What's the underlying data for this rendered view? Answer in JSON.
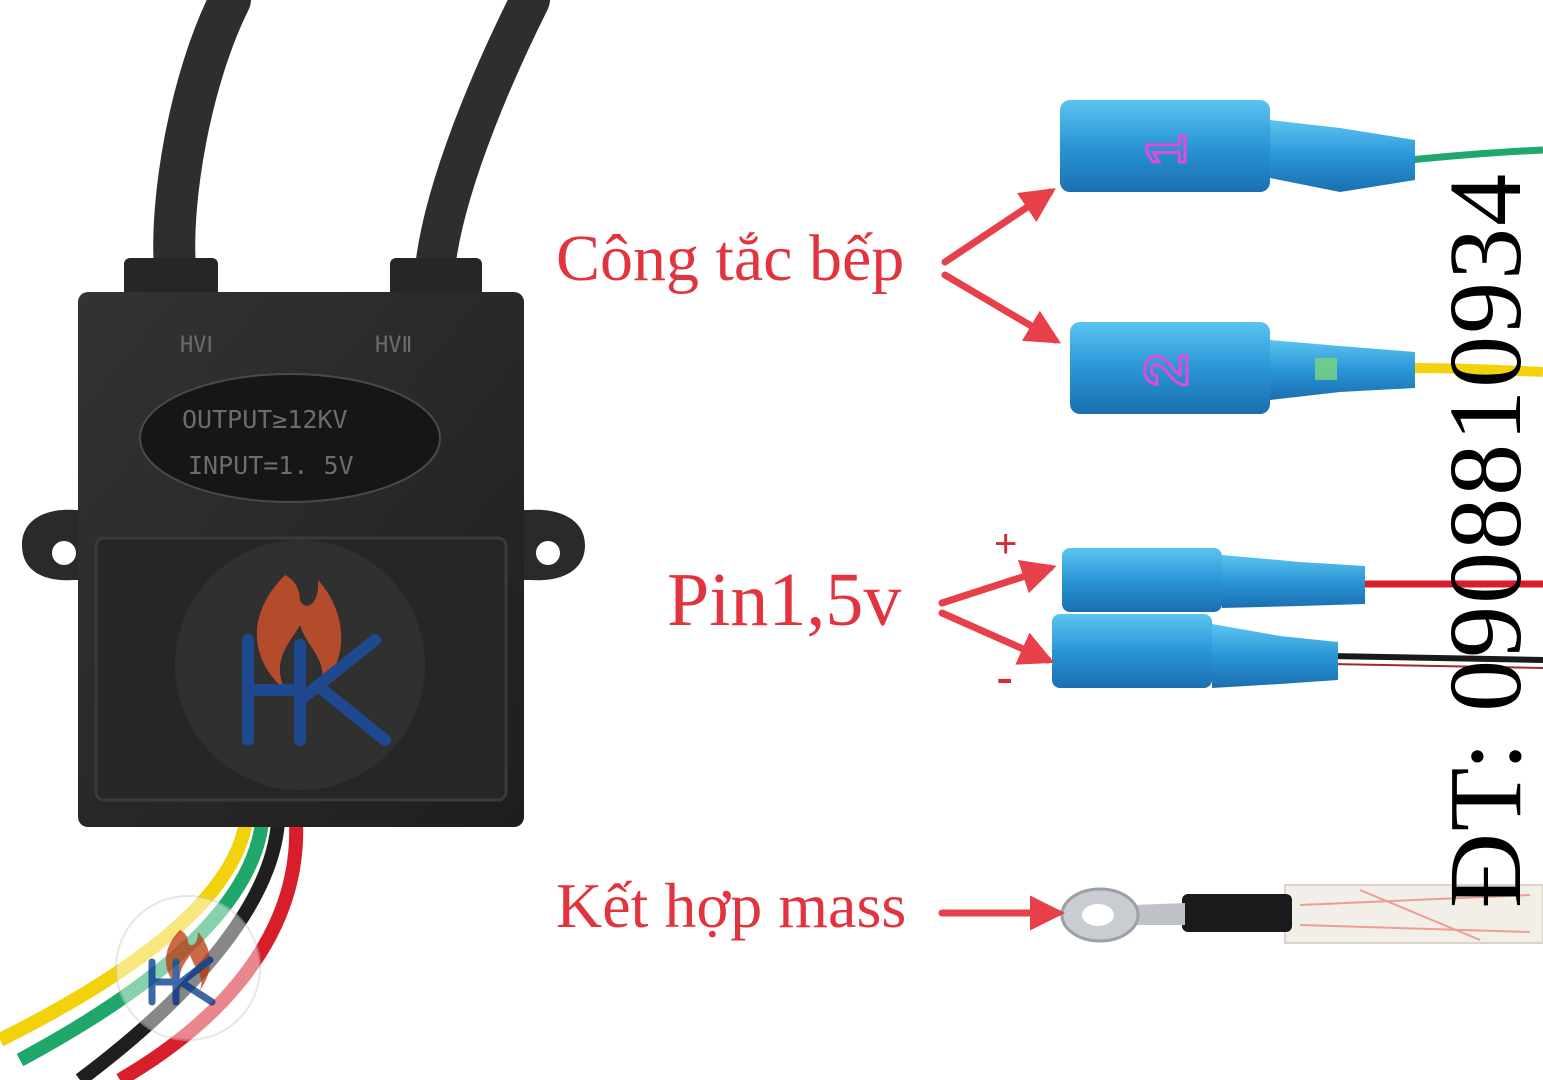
{
  "labels": {
    "switch": "Công tắc bếp",
    "battery": "Pin1,5v",
    "ground": "Kết hợp mass",
    "plus": "+",
    "minus": "-"
  },
  "phone": "ĐT: 0908810934",
  "module": {
    "hv1": "HVⅠ",
    "hv2": "HVⅡ",
    "output": "OUTPUT≥12KV",
    "input": "INPUT=1. 5V"
  },
  "connectors": {
    "one": "1",
    "two": "2"
  },
  "colors": {
    "label": "#e2343f",
    "arrow": "#e8404a",
    "module": "#2b2b2b",
    "connector": "#3aa8e0",
    "wire_green": "#1fa86a",
    "wire_yellow": "#f2d20d",
    "wire_red": "#d81e2a",
    "wire_black": "#1a1a1a"
  }
}
